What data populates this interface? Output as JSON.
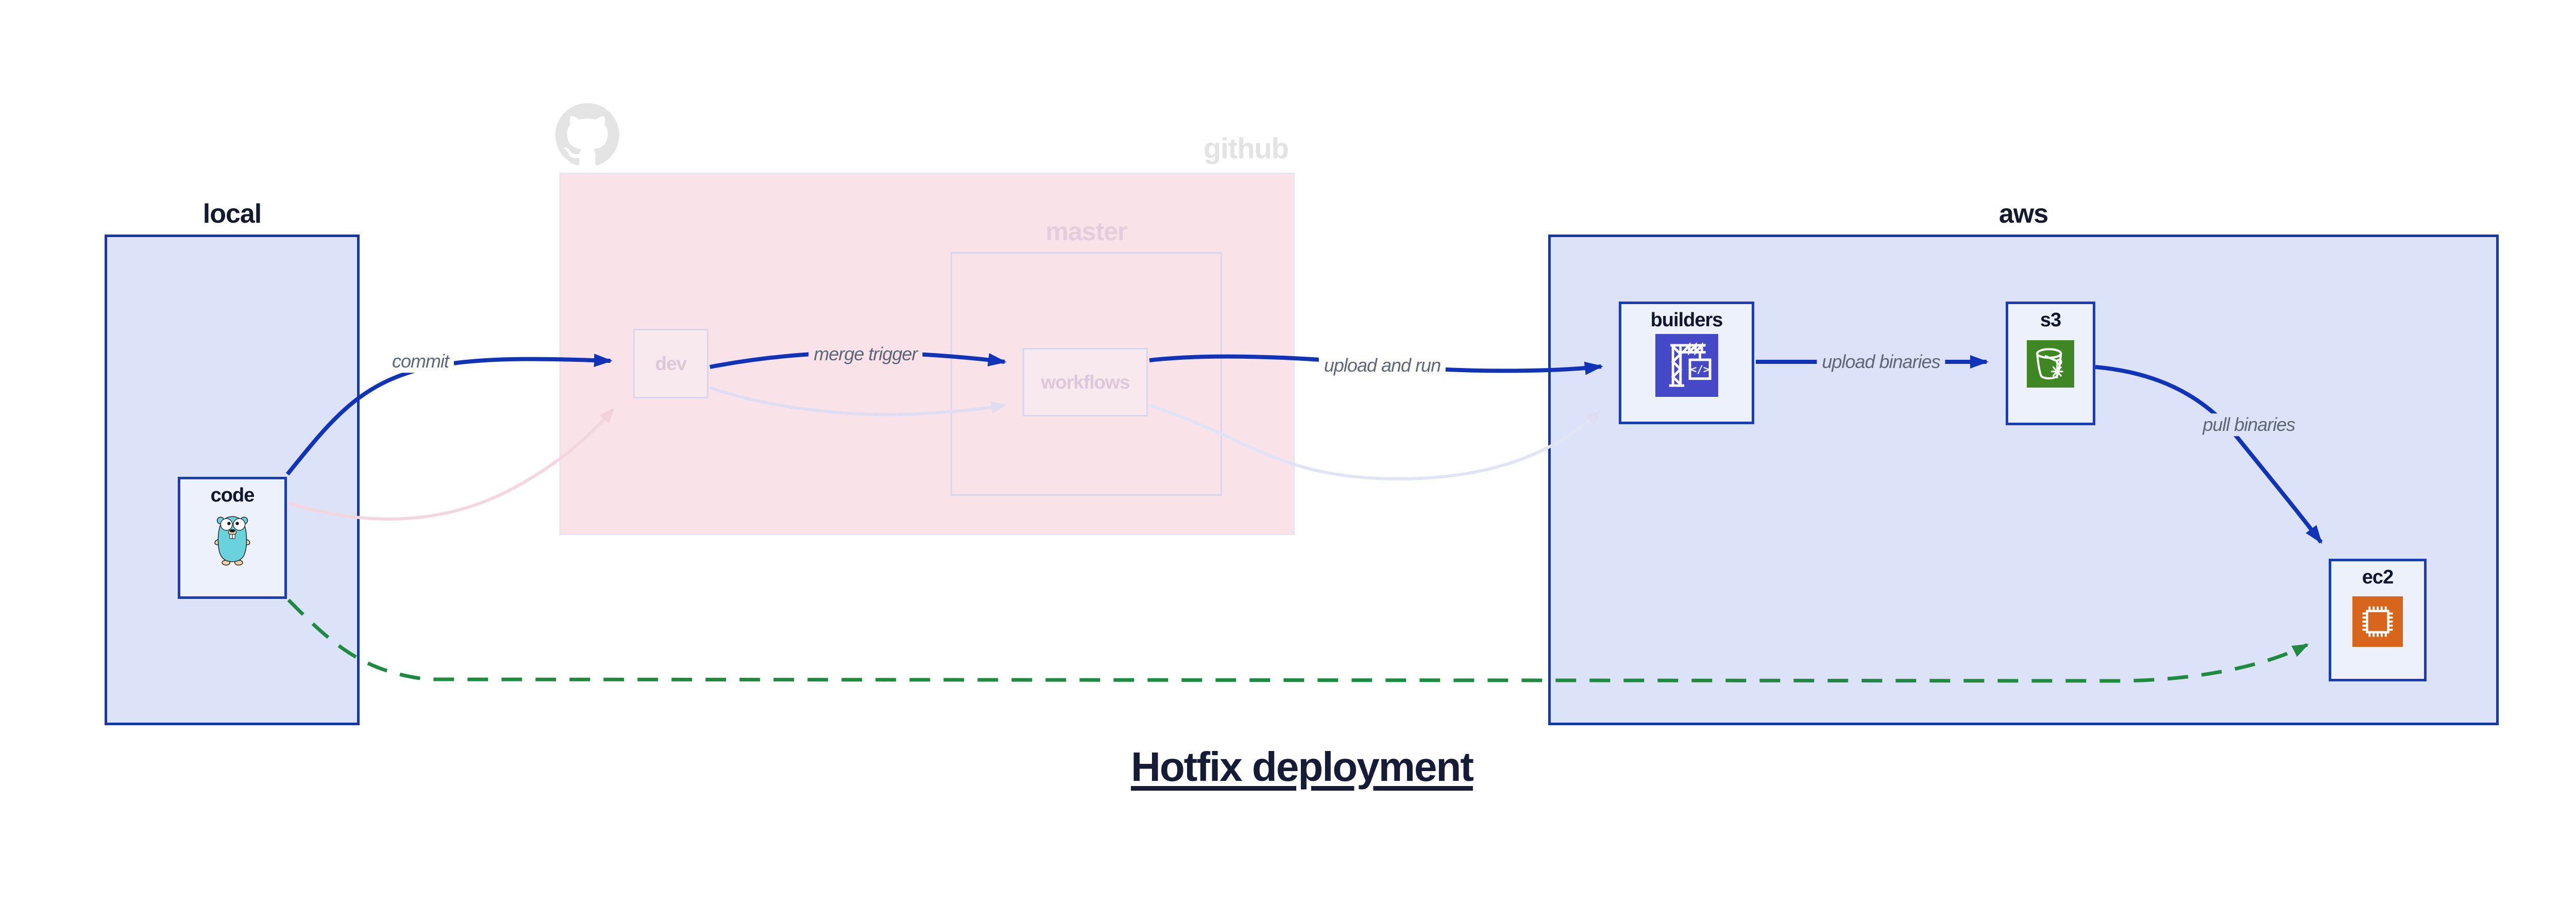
{
  "title": {
    "text": "Hotfix deployment"
  },
  "containers": {
    "local": {
      "label": "local"
    },
    "github": {
      "label": "github"
    },
    "master": {
      "label": "master"
    },
    "aws": {
      "label": "aws"
    }
  },
  "nodes": {
    "code": {
      "label": "code",
      "icon": "go-gopher-icon"
    },
    "dev": {
      "label": "dev"
    },
    "workflows": {
      "label": "workflows"
    },
    "builders": {
      "label": "builders",
      "icon": "codebuild-crane-icon"
    },
    "s3": {
      "label": "s3",
      "icon": "s3-bucket-icon"
    },
    "ec2": {
      "label": "ec2",
      "icon": "ec2-chip-icon"
    }
  },
  "edges": [
    {
      "from": "code",
      "to": "dev",
      "label": "commit",
      "style": "bold-blue"
    },
    {
      "from": "dev",
      "to": "workflows",
      "label": "merge trigger",
      "style": "bold-blue"
    },
    {
      "from": "workflows",
      "to": "builders",
      "label": "upload and run",
      "style": "bold-blue"
    },
    {
      "from": "builders",
      "to": "s3",
      "label": "upload binaries",
      "style": "bold-blue"
    },
    {
      "from": "s3",
      "to": "ec2",
      "label": "pull binaries",
      "style": "bold-blue"
    },
    {
      "from": "code",
      "to": "ec2",
      "label": "",
      "style": "dashed-green-hotfix"
    },
    {
      "from": "code",
      "to": "dev",
      "label": "",
      "style": "faded-pink"
    },
    {
      "from": "dev",
      "to": "workflows",
      "label": "",
      "style": "faded-lavender"
    },
    {
      "from": "workflows",
      "to": "builders",
      "label": "",
      "style": "faded-lavender"
    }
  ],
  "colors": {
    "container_fill_blue": "#dce3f8",
    "container_border_blue": "#1437ae",
    "node_fill_light": "#edf1fc",
    "github_fill_pink": "#f9e2e8",
    "faded_border_lavender": "#d9d5ec",
    "edge_bold_blue": "#1133b8",
    "edge_green": "#1f8b40",
    "edge_faded_pink": "#f2d2dd",
    "edge_faded_lavender": "#dfddf1",
    "edge_label_gray": "#5d6776",
    "label_navy": "#14192e",
    "faded_label_gray": "#e3e3e3",
    "faded_label_pink": "#e5cedb",
    "codebuild_indigo": "#4549c8",
    "s3_green": "#3f8624",
    "ec2_orange": "#d8651c",
    "gopher_teal": "#6ad2dc",
    "github_logo_gray": "#e4e4e4"
  }
}
